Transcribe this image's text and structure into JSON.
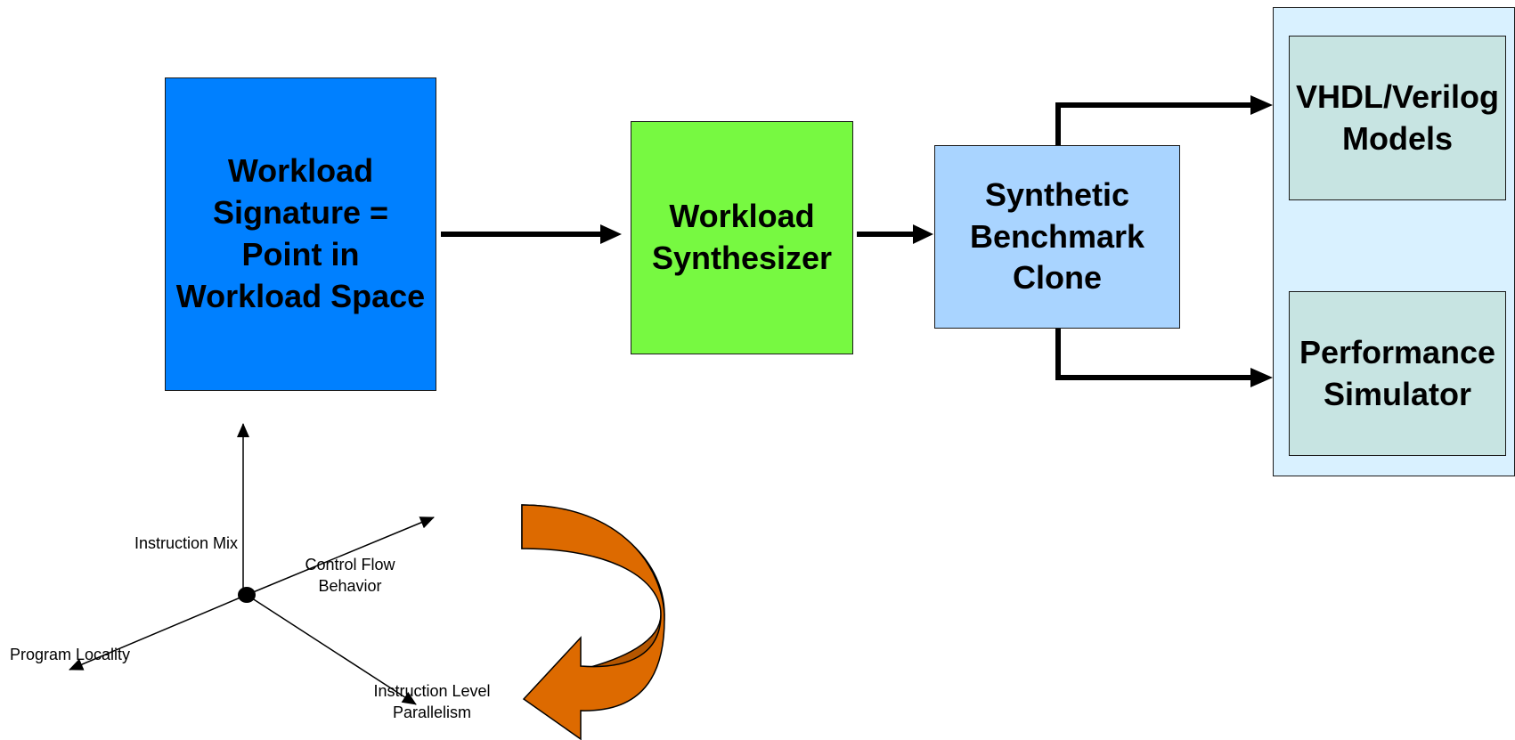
{
  "blocks": {
    "signature": "Workload\nSignature =\nPoint in\nWorkload Space",
    "synthesizer": "Workload\nSynthesizer",
    "clone": "Synthetic\nBenchmark\nClone",
    "vhdl": "VHDL/Verilog\nModels",
    "performance": "Performance\nSimulator"
  },
  "axes": {
    "instruction_mix": "Instruction Mix",
    "control_flow": "Control Flow\nBehavior",
    "program_locality": "Program Locality",
    "ilp": "Instruction Level\nParallelism"
  },
  "colors": {
    "signature_fill": "#0080ff",
    "synthesizer_fill": "#77f941",
    "clone_fill": "#a9d4ff",
    "panel_fill": "#d9f1ff",
    "target_fill": "#c7e4e2",
    "curved_arrow_fill": "#dd6a00",
    "curved_arrow_shade": "#b55600"
  },
  "icons": {
    "curved_arrow": "curved-return-arrow-icon",
    "origin_point": "filled-circle"
  }
}
